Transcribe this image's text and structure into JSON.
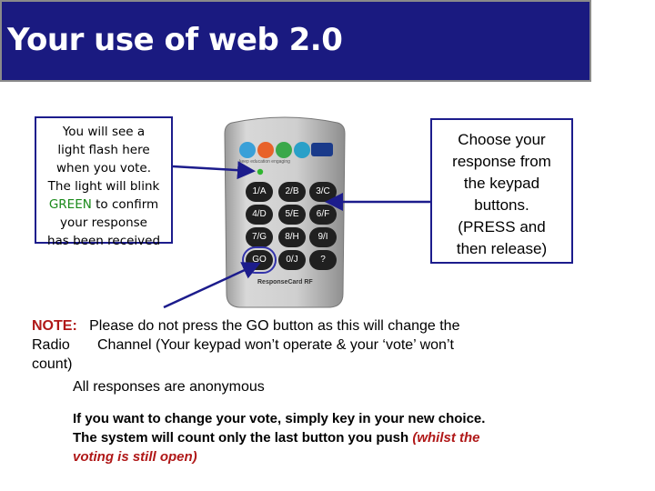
{
  "title": "Your use of web 2.0",
  "callout_left": {
    "line1": "You will see a",
    "line2": "light flash here",
    "line3": "when you vote.",
    "line4": "The light will blink",
    "green_word": "GREEN",
    "line5_rest": " to confirm",
    "line6": "your response",
    "line7": "has been received"
  },
  "callout_right": {
    "line1": "Choose your",
    "line2": "response from",
    "line3": "the keypad",
    "line4": "buttons.",
    "line5": "(PRESS and",
    "line6": "then release)"
  },
  "keypad": {
    "logo_text": "keep education engaging",
    "model_label": "ResponseCard RF",
    "keys": [
      "1/A",
      "2/B",
      "3/C",
      "4/D",
      "5/E",
      "6/F",
      "7/G",
      "8/H",
      "9/I",
      "GO",
      "0/J",
      "?"
    ],
    "led_color": "#2fb52f"
  },
  "note": {
    "label": "NOTE:",
    "line1": "Please do not press the GO button as this will change the",
    "line2_left": "Radio",
    "line2_right": "Channel (Your keypad won’t operate & your ‘vote’ won’t",
    "line3": "count)"
  },
  "anonymous": "All responses are anonymous",
  "change": {
    "line1": "If you want to change your vote, simply key in your new choice.",
    "line2_plain": "The system will count only the last button you push ",
    "line2_red": "(whilst the",
    "line3_red": "voting is still open)"
  },
  "colors": {
    "title_bg": "#1a1a80",
    "border": "#1c1c8c",
    "green": "#1a8a1a",
    "red": "#b01818"
  }
}
